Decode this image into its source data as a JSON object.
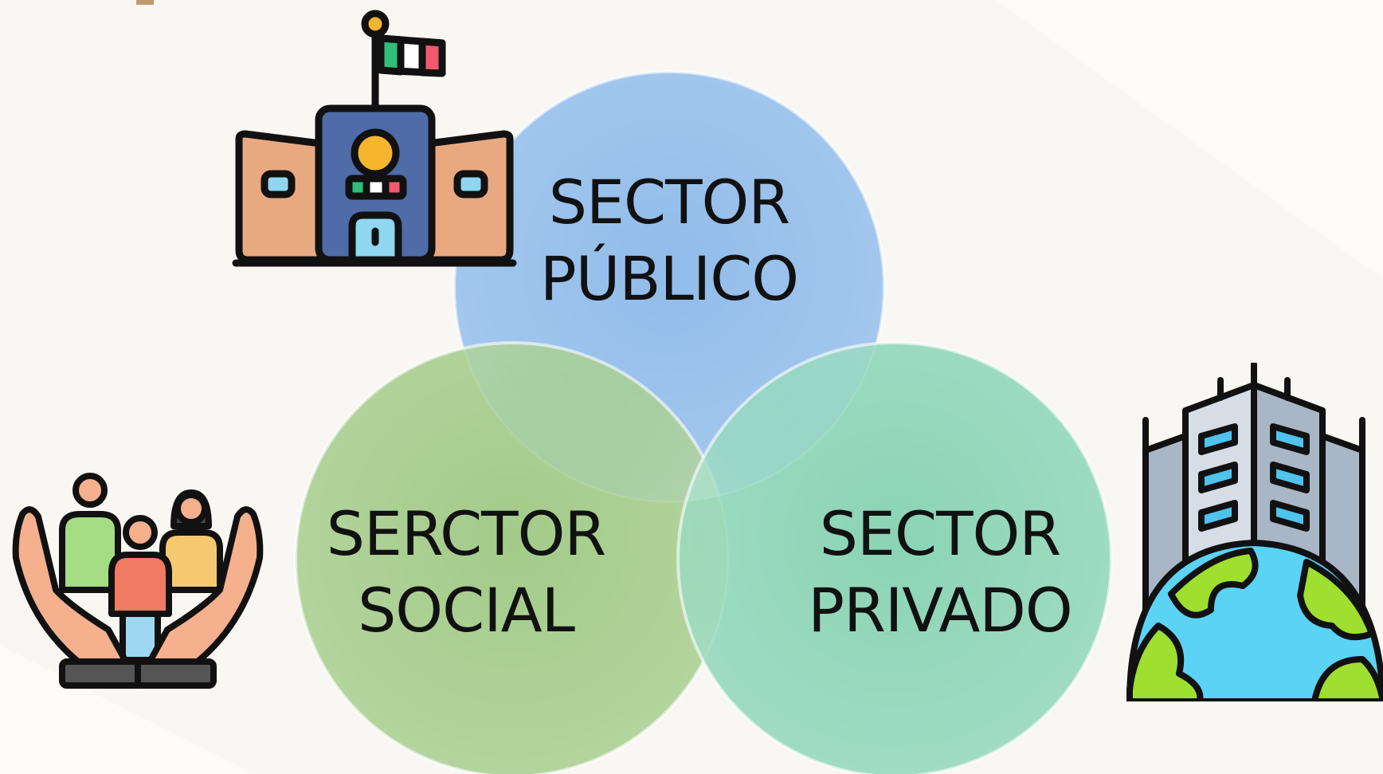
{
  "diagram": {
    "type": "venn",
    "circles": [
      {
        "id": "publico",
        "lines": [
          "SECTOR",
          "PÚBLICO"
        ],
        "color": "#7fb2e8",
        "icon": "government-building-flag-icon"
      },
      {
        "id": "social",
        "lines": [
          "SERCTOR",
          "SOCIAL"
        ],
        "color": "#8dbf6e",
        "icon": "community-hands-icon"
      },
      {
        "id": "privado",
        "lines": [
          "SECTOR",
          "PRIVADO"
        ],
        "color": "#6fcaa6",
        "icon": "business-building-globe-icon"
      }
    ]
  },
  "colors": {
    "background": "#f8f7f4",
    "accent": "#c09a6b",
    "outline": "#111111"
  }
}
